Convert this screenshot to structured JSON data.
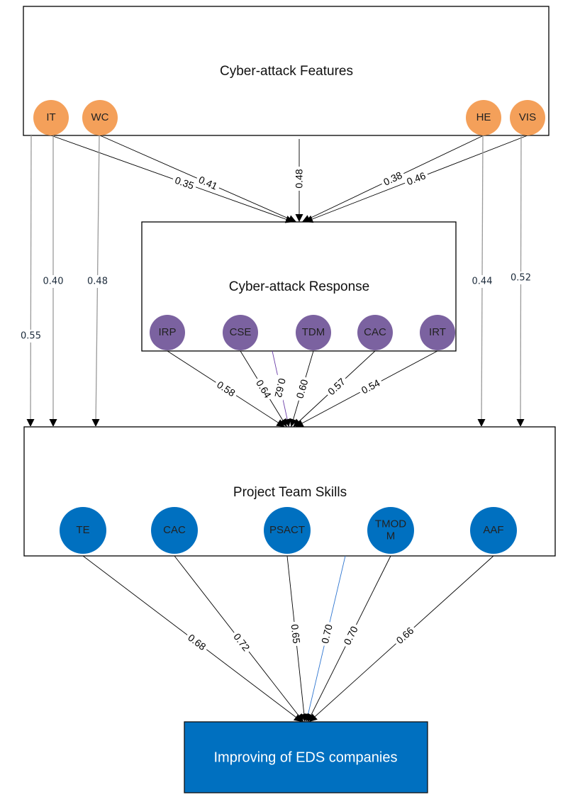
{
  "colors": {
    "features_node": "#F4A05A",
    "response_node": "#7B62A0",
    "skills_node": "#0070C0",
    "outcome_fill": "#0070C0",
    "outcome_text": "#FFFFFF",
    "highlight_response_edge": "#6A3DA8",
    "highlight_skills_edge": "#2E75D0"
  },
  "groups": {
    "features": {
      "title": "Cyber-attack Features",
      "nodes": [
        "IT",
        "WC",
        "HE",
        "VIS"
      ]
    },
    "response": {
      "title": "Cyber-attack Response",
      "nodes": [
        "IRP",
        "CSE",
        "TDM",
        "CAC",
        "IRT"
      ]
    },
    "skills": {
      "title": "Project Team Skills",
      "nodes": [
        "TE",
        "CAC",
        "PSACT",
        "TMODM",
        "AAF"
      ],
      "node_display": [
        "TE",
        "CAC",
        "PSACT",
        "TMOD\nM",
        "AAF"
      ]
    },
    "outcome": {
      "title": "Improving of EDS companies"
    }
  },
  "edges": {
    "features_to_response": [
      {
        "from": "IT",
        "to": "Cyber-attack Response",
        "weight": "0.35"
      },
      {
        "from": "WC",
        "to": "Cyber-attack Response",
        "weight": "0.41"
      },
      {
        "from": "Cyber-attack Features",
        "to": "Cyber-attack Response",
        "weight": "0.48"
      },
      {
        "from": "HE",
        "to": "Cyber-attack Response",
        "weight": "0.38"
      },
      {
        "from": "VIS",
        "to": "Cyber-attack Response",
        "weight": "0.46"
      }
    ],
    "features_to_skills": [
      {
        "from": "Cyber-attack Features",
        "to": "Project Team Skills",
        "weight": "0.55"
      },
      {
        "from": "IT",
        "to": "Project Team Skills",
        "weight": "0.40"
      },
      {
        "from": "WC",
        "to": "Project Team Skills",
        "weight": "0.48"
      },
      {
        "from": "HE",
        "to": "Project Team Skills",
        "weight": "0.44"
      },
      {
        "from": "VIS",
        "to": "Project Team Skills",
        "weight": "0.52"
      }
    ],
    "response_to_skills": [
      {
        "from": "IRP",
        "to": "Project Team Skills",
        "weight": "0.58"
      },
      {
        "from": "CSE",
        "to": "Project Team Skills",
        "weight": "0.64"
      },
      {
        "from": "Cyber-attack Response",
        "to": "Project Team Skills",
        "weight": "0.62"
      },
      {
        "from": "TDM",
        "to": "Project Team Skills",
        "weight": "0.60"
      },
      {
        "from": "CAC",
        "to": "Project Team Skills",
        "weight": "0.57"
      },
      {
        "from": "IRT",
        "to": "Project Team Skills",
        "weight": "0.54"
      }
    ],
    "skills_to_outcome": [
      {
        "from": "TE",
        "to": "Improving of EDS companies",
        "weight": "0.68"
      },
      {
        "from": "CAC",
        "to": "Improving of EDS companies",
        "weight": "0.72"
      },
      {
        "from": "PSACT",
        "to": "Improving of EDS companies",
        "weight": "0.65"
      },
      {
        "from": "Project Team Skills",
        "to": "Improving of EDS companies",
        "weight": "0.70"
      },
      {
        "from": "TMODM",
        "to": "Improving of EDS companies",
        "weight": "0.70"
      },
      {
        "from": "AAF",
        "to": "Improving of EDS companies",
        "weight": "0.66"
      }
    ]
  }
}
